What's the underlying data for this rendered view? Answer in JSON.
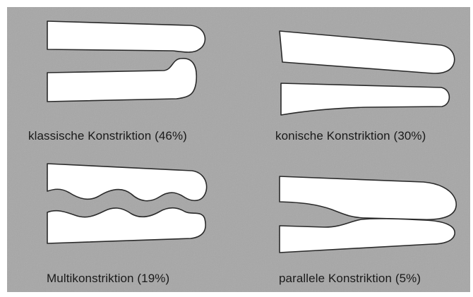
{
  "panels": [
    {
      "id": "klassisch",
      "caption": "klassische Konstriktion (46%)"
    },
    {
      "id": "konisch",
      "caption": "konische Konstriktion (30%)"
    },
    {
      "id": "multi",
      "caption": "Multikonstriktion (19%)"
    },
    {
      "id": "parallel",
      "caption": "parallele Konstriktion (5%)"
    }
  ],
  "colors": {
    "background": "#a7a7a7",
    "shape_fill": "#ffffff",
    "shape_stroke": "#2a2a2a"
  }
}
